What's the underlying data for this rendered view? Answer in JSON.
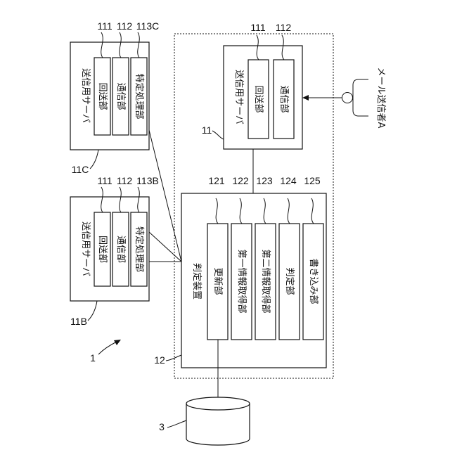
{
  "system_ref": "1",
  "database_ref": "3",
  "mail_sender_label": "メール送信者A",
  "server_11": {
    "ref": "11",
    "title": "送信用サーバ",
    "units": [
      {
        "ref": "111",
        "label": "回送部"
      },
      {
        "ref": "112",
        "label": "通信部"
      }
    ]
  },
  "server_11B": {
    "ref": "11B",
    "title": "送信用サーバ",
    "units": [
      {
        "ref": "111",
        "label": "回送部"
      },
      {
        "ref": "112",
        "label": "通信部"
      },
      {
        "ref": "113B",
        "label": "特定処理部"
      }
    ]
  },
  "server_11C": {
    "ref": "11C",
    "title": "送信用サーバ",
    "units": [
      {
        "ref": "111",
        "label": "回送部"
      },
      {
        "ref": "112",
        "label": "通信部"
      },
      {
        "ref": "113C",
        "label": "特定処理部"
      }
    ]
  },
  "judge_device": {
    "ref": "12",
    "title": "判定装置",
    "units": [
      {
        "ref": "121",
        "label": "更新部"
      },
      {
        "ref": "122",
        "label": "第一情報取得部"
      },
      {
        "ref": "123",
        "label": "第二情報取得部"
      },
      {
        "ref": "124",
        "label": "判定部"
      },
      {
        "ref": "125",
        "label": "書き込み部"
      }
    ]
  }
}
